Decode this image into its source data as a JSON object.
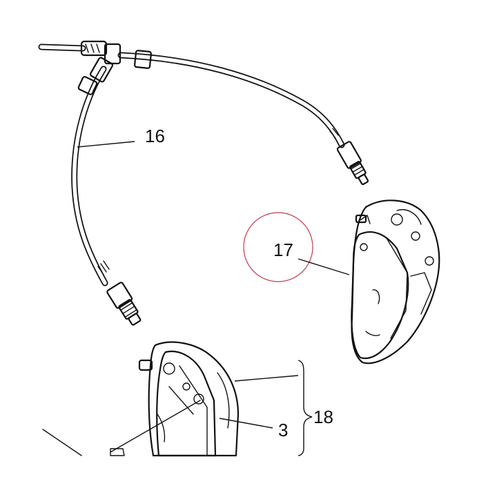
{
  "callouts": {
    "c16": "16",
    "c17": "17",
    "c3": "3",
    "c18": "18"
  },
  "colors": {
    "ink": "#111111",
    "highlight_circle": "#c0394b",
    "background": "#ffffff"
  }
}
